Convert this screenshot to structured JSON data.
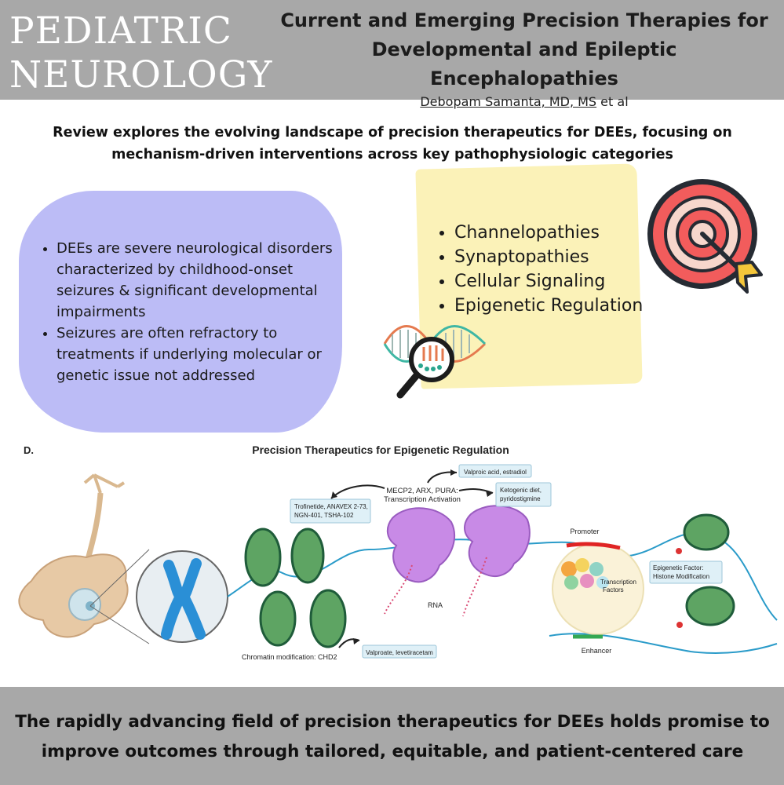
{
  "header": {
    "journal_line1": "PEDIATRIC",
    "journal_line2": "NEUROLOGY",
    "title_line1": "Current and Emerging Precision Therapies for",
    "title_line2": "Developmental and Epileptic Encephalopathies",
    "author": "Debopam Samanta, MD, MS",
    "author_suffix": " et al"
  },
  "summary": {
    "line1": "Review explores the evolving landscape of precision therapeutics for DEEs, focusing on",
    "line2": "mechanism-driven interventions across key pathophysiologic categories"
  },
  "background_points": [
    "DEEs are severe neurological disorders characterized by childhood-onset seizures & significant developmental impairments",
    "Seizures are often refractory to treatments if underlying molecular or genetic issue not addressed"
  ],
  "categories": [
    "Channelopathies",
    "Synaptopathies",
    "Cellular Signaling",
    "Epigenetic Regulation"
  ],
  "figure": {
    "panel_letter": "D.",
    "title": "Precision Therapeutics for Epigenetic Regulation",
    "transcription_label_1": "MECP2, ARX, PURA:",
    "transcription_label_2": "Transcription Activation",
    "box_valproic": "Valproic acid, estradiol",
    "box_trofinetide_1": "Trofinetide, ANAVEX 2-73,",
    "box_trofinetide_2": "NGN-401, TSHA-102",
    "box_ketogenic_1": "Ketogenic diet,",
    "box_ketogenic_2": "pyridostigmine",
    "promoter": "Promoter",
    "transcription_factors_1": "Transcription",
    "transcription_factors_2": "Factors",
    "rna": "RNA",
    "epigenetic_factor_1": "Epigenetic Factor:",
    "epigenetic_factor_2": "Histone Modification",
    "chromatin": "Chromatin modification: CHD2",
    "box_valproate": "Valproate, levetiracetam",
    "enhancer": "Enhancer"
  },
  "footer": {
    "line1": "The rapidly advancing field of precision therapeutics for DEEs holds promise to",
    "line2": "improve outcomes through tailored, equitable, and patient-centered care"
  },
  "colors": {
    "header_gray": "#a8a8a8",
    "blob_lavender": "#bcbcf6",
    "note_yellow": "#fbf2b8",
    "target_red": "#f05a5a",
    "nucleosome_green": "#5ea463",
    "dna_blue": "#2a9bc9"
  },
  "icons": [
    "target-icon",
    "dna-magnifier-icon",
    "neuron-illustration",
    "chromosome-illustration"
  ]
}
